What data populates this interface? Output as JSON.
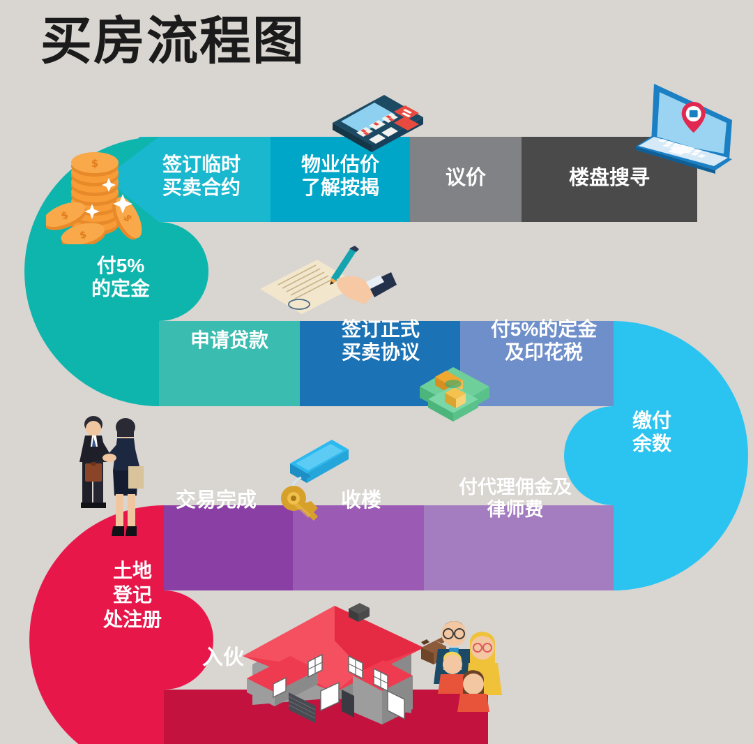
{
  "page": {
    "title": "买房流程图",
    "background_color": "#d9d5d1",
    "title_color": "#1b1b1b",
    "label_color": "#ffffff"
  },
  "chart_data": {
    "type": "diagram",
    "diagram_kind": "snaking process flowchart",
    "title": "买房流程图",
    "reading_order": "right-to-left on row 1, left-to-right on row 2, right-to-left on row 3, left-to-right on row 4",
    "steps": [
      {
        "index": 1,
        "label": "楼盘搜寻",
        "color": "#4a4a4a",
        "row": 1,
        "icon": "laptop-icon"
      },
      {
        "index": 2,
        "label": "议价",
        "color": "#808285",
        "row": 1,
        "icon": null
      },
      {
        "index": 3,
        "label": "物业估价\n了解按揭",
        "color": "#00a6c8",
        "row": 1,
        "icon": "calculator-icon"
      },
      {
        "index": 4,
        "label": "签订临时\n买卖合约",
        "color": "#19b8cf",
        "row": 1,
        "icon": null
      },
      {
        "index": 5,
        "label": "付5%\n的定金",
        "color": "#0eb5ad",
        "row": "turn-left-1",
        "icon": "coins-icon"
      },
      {
        "index": 6,
        "label": "申请贷款",
        "color": "#3bbcb0",
        "row": 2,
        "icon": "contract-signing-icon"
      },
      {
        "index": 7,
        "label": "签订正式\n买卖协议",
        "color": "#1b72b5",
        "row": 2,
        "icon": null
      },
      {
        "index": 8,
        "label": "付5%的定金\n及印花税",
        "color": "#6e8fc9",
        "row": 2,
        "icon": "cash-stack-icon"
      },
      {
        "index": 9,
        "label": "缴付\n余数",
        "color": "#2bc4f0",
        "row": "turn-right-1",
        "icon": null
      },
      {
        "index": 10,
        "label": "付代理佣金及\n律师费",
        "color": "#a47cc0",
        "row": 3,
        "icon": null
      },
      {
        "index": 11,
        "label": "收楼",
        "color": "#9b5bb5",
        "row": 3,
        "icon": "key-icon"
      },
      {
        "index": 12,
        "label": "交易完成",
        "color": "#8a3fa5",
        "row": 3,
        "icon": "handshake-people-icon"
      },
      {
        "index": 13,
        "label": "土地\n登记\n处注册",
        "color": "#e8174a",
        "row": "turn-left-2",
        "icon": null
      },
      {
        "index": 14,
        "label": "入伙",
        "color": "#c4123f",
        "row": 4,
        "icon": "house-icon, family-icon"
      }
    ]
  },
  "rows": {
    "row1": {
      "segments": [
        {
          "name": "seg-contract-temp",
          "label": "签订临时\n买卖合约",
          "color": "#19b8cf"
        },
        {
          "name": "seg-valuation",
          "label": "物业估价\n了解按揭",
          "color": "#00a6c8"
        },
        {
          "name": "seg-negotiate",
          "label": "议价",
          "color": "#808285"
        },
        {
          "name": "seg-search",
          "label": "楼盘搜寻",
          "color": "#4a4a4a"
        }
      ]
    },
    "turn1": {
      "name": "seg-deposit-5",
      "label": "付5%\n的定金",
      "color": "#0eb5ad"
    },
    "row2": {
      "segments": [
        {
          "name": "seg-loan-apply",
          "label": "申请贷款",
          "color": "#3bbcb0"
        },
        {
          "name": "seg-formal-contract",
          "label": "签订正式\n买卖协议",
          "color": "#1b72b5"
        },
        {
          "name": "seg-deposit-stamp",
          "label": "付5%的定金\n及印花税",
          "color": "#6e8fc9"
        }
      ]
    },
    "turn2": {
      "name": "seg-pay-balance",
      "label": "缴付\n余数",
      "color": "#2bc4f0"
    },
    "row3": {
      "segments": [
        {
          "name": "seg-commission-legal",
          "label": "付代理佣金及\n律师费",
          "color": "#a47cc0"
        },
        {
          "name": "seg-handover",
          "label": "收楼",
          "color": "#9b5bb5"
        },
        {
          "name": "seg-deal-done",
          "label": "交易完成",
          "color": "#8a3fa5"
        }
      ]
    },
    "turn3": {
      "name": "seg-land-registry",
      "label": "土地\n登记\n处注册",
      "color": "#e8174a"
    },
    "row4": {
      "segments": [
        {
          "name": "seg-move-in",
          "label": "入伙",
          "color": "#c4123f"
        }
      ]
    }
  },
  "illustrations": [
    {
      "name": "coins-icon",
      "description": "stack of gold coins"
    },
    {
      "name": "calculator-icon",
      "description": "isometric calculator"
    },
    {
      "name": "laptop-icon",
      "description": "blue laptop with map pin on screen"
    },
    {
      "name": "contract-signing-icon",
      "description": "hand signing a document with pen"
    },
    {
      "name": "cash-stack-icon",
      "description": "bundles of green banknotes"
    },
    {
      "name": "key-icon",
      "description": "gold key with blue tag"
    },
    {
      "name": "handshake-people-icon",
      "description": "businessman and businesswoman shaking hands"
    },
    {
      "name": "house-icon",
      "description": "isometric two-storey house with red roof"
    },
    {
      "name": "family-icon",
      "description": "family of four with a dog"
    }
  ]
}
